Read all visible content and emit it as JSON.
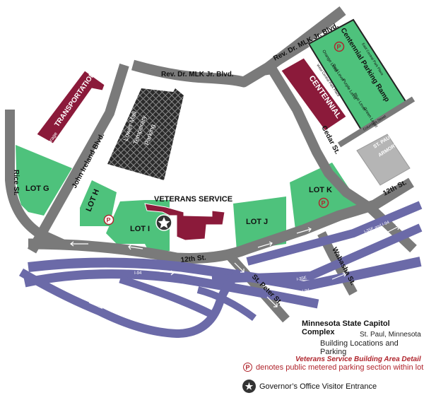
{
  "roads": {
    "mlk_north": "Rev. Dr. MLK Jr. Blvd.",
    "mlk_top": "Rev. Dr. MLK Jr. Blvd.",
    "rice": "Rice St.",
    "john_ireland": "John Ireland Blvd.",
    "cedar": "Cedar St.",
    "twelfth_west": "12th St.",
    "twelfth_east": "12th St.",
    "wabasha": "Wabasha St.",
    "st_peter": "St. Peter St.",
    "east_central_park": "East Central Park Place",
    "west_central_park": "West Central Park Place",
    "columbus": "Columbus Street",
    "i94_a": "I-94",
    "i35e_i94_a": "I-35E and I-94",
    "i35e_i94_b": "I-35E and I-94",
    "i35e_i94_c": "I-35E and I-94",
    "i35e_i94_d": "I-35E and I-94",
    "i35e": "I-35E",
    "i94_b": "I-94"
  },
  "buildings": {
    "transportation": "TRANSPORTATION",
    "garage": "Garage",
    "centennial": "CENTENNIAL",
    "armory": "ST. PAUL ARMORY",
    "armory_line1": "ST. PAUL",
    "armory_line2": "ARMORY",
    "veterans": "VETERANS SERVICE",
    "ramp": "Centennial Parking Ramp",
    "lower_mall_1": "Lower Mall",
    "lower_mall_2": "Temporary",
    "lower_mall_3": "Parking"
  },
  "ramp_levels": [
    "Orange Level",
    "Red Level",
    "Purple Level",
    "Blue Level",
    "Green Level"
  ],
  "lots": {
    "g": "LOT G",
    "h": "LOT H",
    "i": "LOT I",
    "j": "LOT J",
    "k": "LOT K"
  },
  "parking_symbol": "P",
  "legend": {
    "title": "Minnesota State Capitol Complex",
    "subtitle": "St. Paul, Minnesota",
    "subtitle2": "Building Locations and Parking",
    "detail": "Veterans Service Building Area Detail",
    "p_text": "denotes public metered parking section within lot",
    "star_text": "Governor’s Office Visitor Entrance"
  },
  "colors": {
    "road": "#7a7a7a",
    "lot_green": "#4ec27c",
    "building_maroon": "#8b1a3a",
    "freeway_purple": "#6b6aa8",
    "armory_gray": "#b5b5b5",
    "accent_red": "#b0252d"
  }
}
